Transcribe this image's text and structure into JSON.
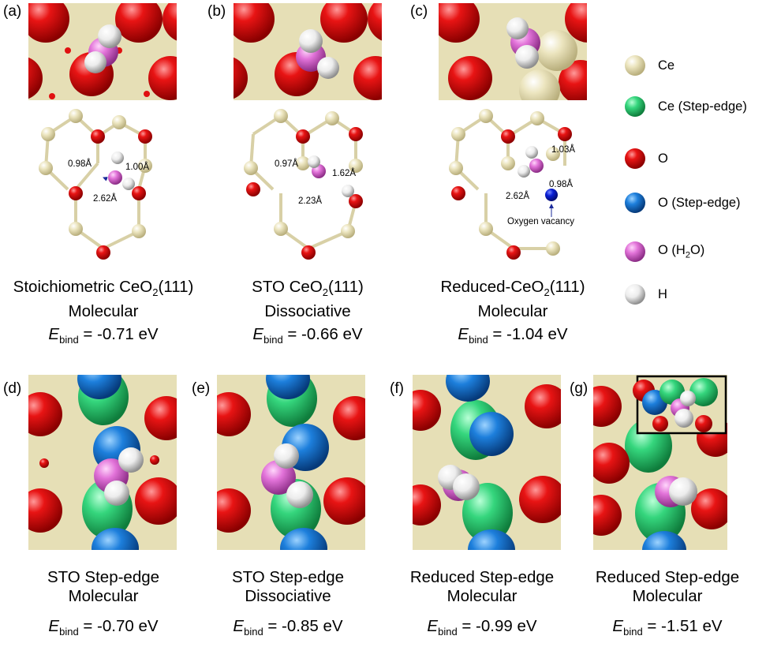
{
  "panels_top": [
    {
      "label": "(a)",
      "caption": [
        "Stoichiometric CeO",
        "2",
        "(111)"
      ],
      "caption2": "Molecular",
      "ebind_value": "= -0.71 eV",
      "distances": [
        "0.98Å",
        "1.00Å",
        "2.62Å"
      ]
    },
    {
      "label": "(b)",
      "caption": [
        "STO CeO",
        "2",
        "(111)"
      ],
      "caption2": "Dissociative",
      "ebind_value": "= -0.66 eV",
      "distances": [
        "0.97Å",
        "1.62Å",
        "2.23Å"
      ]
    },
    {
      "label": "(c)",
      "caption": [
        "Reduced-CeO",
        "2",
        "(111)"
      ],
      "caption2": "Molecular",
      "ebind_value": "= -1.04 eV",
      "distances": [
        "1.03Å",
        "2.62Å",
        "0.98Å"
      ],
      "vacancy_label": "Oxygen vacancy"
    }
  ],
  "panels_bottom": [
    {
      "label": "(d)",
      "caption1": "STO Step-edge",
      "caption2": "Molecular",
      "ebind_value": "= -0.70 eV"
    },
    {
      "label": "(e)",
      "caption1": "STO Step-edge",
      "caption2": "Dissociative",
      "ebind_value": "= -0.85 eV"
    },
    {
      "label": "(f)",
      "caption1": "Reduced Step-edge",
      "caption2": "Molecular",
      "ebind_value": "= -0.99 eV"
    },
    {
      "label": "(g)",
      "caption1": "Reduced Step-edge",
      "caption2": "Molecular",
      "ebind_value": "= -1.51 eV"
    }
  ],
  "ebind_symbol": "E",
  "ebind_subscript": "bind",
  "legend": [
    {
      "label": "Ce",
      "color": "#e9e2b8"
    },
    {
      "label": "Ce (Step-edge)",
      "color": "#2fd47a"
    },
    {
      "label": "O",
      "color": "#e01010"
    },
    {
      "label": "O (Step-edge)",
      "color": "#1577d6"
    },
    {
      "label_main": "O (H",
      "label_sub": "2",
      "label_end": "O)",
      "color": "#e070d8"
    },
    {
      "label": "H",
      "color": "#f2f2f2"
    }
  ],
  "colors": {
    "ce": "#e9e2b8",
    "ce_step": "#2fd47a",
    "o": "#e01010",
    "o_step": "#1577d6",
    "o_h2o": "#e070d8",
    "h": "#f2f2f2",
    "vacancy": "#0a1fd6",
    "arrow": "#1a2a9a"
  }
}
